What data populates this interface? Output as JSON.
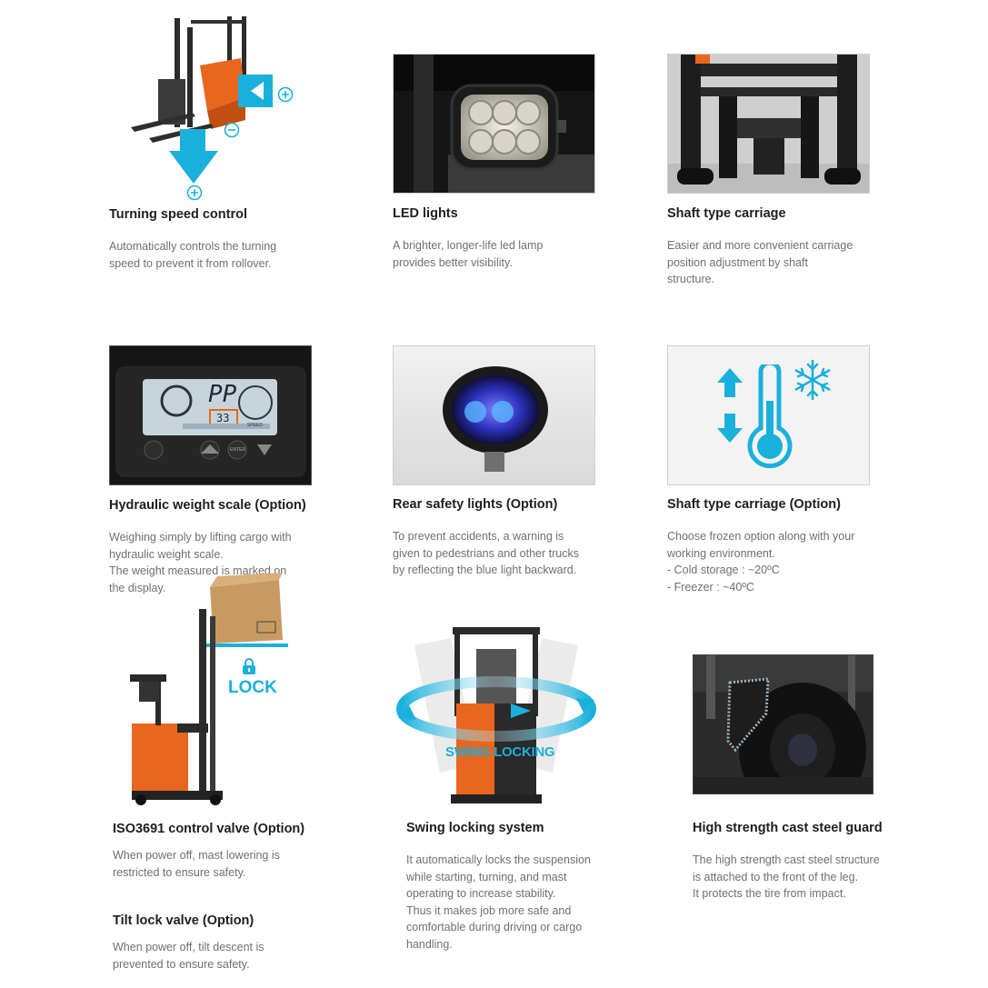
{
  "colors": {
    "accent_blue": "#1ab0dc",
    "forklift_orange": "#e8661e",
    "title": "#1e1e1e",
    "body": "#707070"
  },
  "features": [
    {
      "title": "Turning speed control",
      "lines": [
        "Automatically controls the turning",
        "speed to prevent it from rollover."
      ]
    },
    {
      "title": "LED lights",
      "lines": [
        "A brighter, longer-life led lamp",
        "provides better visibility."
      ]
    },
    {
      "title": "Shaft type carriage",
      "lines": [
        "Easier and more convenient carriage",
        "position adjustment by shaft",
        "structure."
      ]
    },
    {
      "title": "Hydraulic weight scale (Option)",
      "lines": [
        "Weighing simply by lifting cargo with",
        "hydraulic weight scale.",
        "The weight measured is marked on",
        "the display."
      ]
    },
    {
      "title": "Rear safety lights (Option)",
      "lines": [
        "To prevent accidents, a warning is",
        "given to pedestrians and other trucks",
        "by reflecting the blue light backward."
      ]
    },
    {
      "title": "Shaft type carriage (Option)",
      "lines": [
        "Choose frozen option along with your",
        "working environment.",
        "- Cold storage : ~20ºC",
        "- Freezer : ~40ºC"
      ]
    },
    {
      "title": "ISO3691 control valve (Option)",
      "lines": [
        "When power off, mast lowering is",
        "restricted to ensure safety."
      ]
    },
    {
      "title": "Swing locking system",
      "lines": [
        "It automatically locks the suspension",
        "while starting, turning, and mast",
        "operating to increase stability.",
        "Thus it makes job more safe and",
        "comfortable during driving or cargo",
        "handling."
      ]
    },
    {
      "title": "High strength cast steel guard",
      "lines": [
        "The high strength cast steel structure",
        "is attached to the front of the leg.",
        "It protects the tire from impact."
      ]
    },
    {
      "title": "Tilt lock valve (Option)",
      "lines": [
        "When power off, tilt descent is",
        "prevented to ensure safety."
      ]
    }
  ],
  "overlays": {
    "lock_label": "LOCK",
    "swing_label": "SWING LOCKING",
    "display_top": "PP",
    "display_value": "33",
    "display_speed": "SPEED",
    "button_enter": "ENTER"
  },
  "icons": [
    "plus-circle-icon",
    "minus-circle-icon",
    "arrow-left-icon",
    "arrow-down-icon",
    "thermometer-icon",
    "snowflake-icon",
    "arrow-up-down-icon",
    "lock-icon"
  ]
}
